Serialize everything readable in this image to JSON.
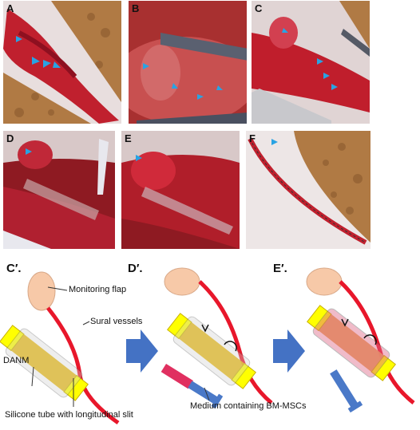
{
  "photos": {
    "A": "A",
    "B": "B",
    "C": "C",
    "D": "D",
    "E": "E",
    "F": "F"
  },
  "diagram": {
    "c_label": "C′.",
    "d_label": "D′.",
    "e_label": "E′.",
    "monitoring_flap": "Monitoring flap",
    "sural_vessels": "Sural vessels",
    "danm": "DANM",
    "silicone_tube": "Silicone tube with longitudinal slit",
    "medium": "Medium containing BM-MSCs"
  },
  "colors": {
    "flap": "#f7c9a8",
    "vessel": "#e8172b",
    "cap": "#ffff00",
    "tube_fill": "#e6b400",
    "arrow": "#4472c4",
    "syringe_red": "#e03060",
    "syringe_blue": "#4a79c8",
    "cage_bedding": "#b5773f",
    "tissue": "#c21e2c"
  }
}
